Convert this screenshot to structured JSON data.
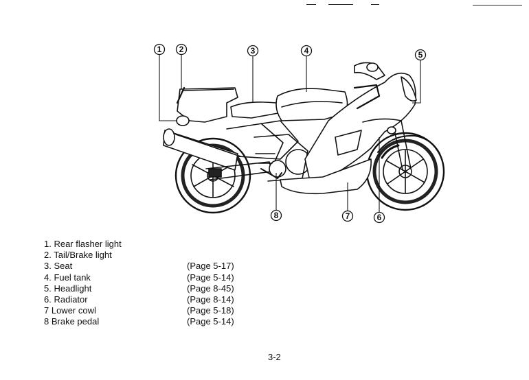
{
  "callouts": [
    "1",
    "2",
    "3",
    "4",
    "5",
    "6",
    "7",
    "8"
  ],
  "parts": [
    {
      "label": "1. Rear flasher light",
      "page": ""
    },
    {
      "label": "2. Tail/Brake light",
      "page": ""
    },
    {
      "label": "3. Seat",
      "page": "(Page 5-17)"
    },
    {
      "label": "4. Fuel tank",
      "page": "(Page 5-14)"
    },
    {
      "label": "5. Headlight",
      "page": "(Page 8-45)"
    },
    {
      "label": "6. Radiator",
      "page": "(Page 8-14)"
    },
    {
      "label": "7  Lower cowl",
      "page": "(Page 5-18)"
    },
    {
      "label": "8  Brake pedal",
      "page": "(Page 5-14)"
    }
  ],
  "page_number": "3-2"
}
